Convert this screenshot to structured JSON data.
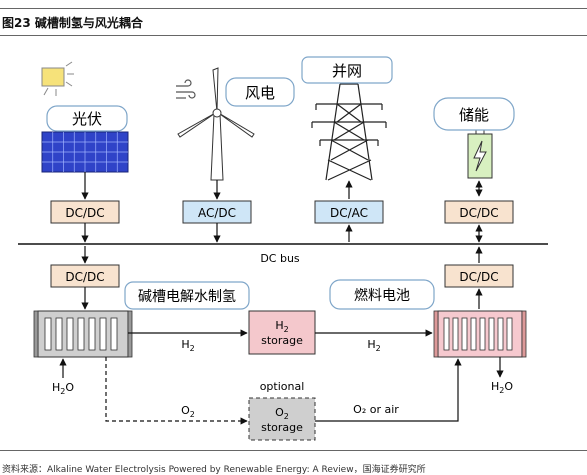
{
  "header": {
    "title": "图23 碱槽制氢与风光耦合"
  },
  "diagram": {
    "callouts": {
      "pv": "光伏",
      "wind": "风电",
      "grid": "并网",
      "storage": "储能",
      "electrolyzer": "碱槽电解水制氢",
      "fuel_cell": "燃料电池"
    },
    "converters": {
      "pv": "DC/DC",
      "wind": "AC/DC",
      "grid": "DC/AC",
      "storage": "DC/DC",
      "electrolyzer": "DC/DC",
      "fuel_cell": "DC/DC"
    },
    "bus_label": "DC bus",
    "h2_storage": {
      "line1": "H",
      "sub": "2",
      "line2": "storage"
    },
    "o2_storage": {
      "line1": "O",
      "sub": "2",
      "line2": "storage"
    },
    "optional_label": "optional",
    "flows": {
      "h2_in": {
        "main": "H",
        "sub": "2"
      },
      "h2_out": {
        "main": "H",
        "sub": "2"
      },
      "o2": {
        "main": "O",
        "sub": "2"
      },
      "o2_or_air": "O₂ or air",
      "water_in": {
        "main": "H",
        "sub": "2",
        "tail": "O"
      },
      "water_out": {
        "main": "H",
        "sub": "2",
        "tail": "O"
      }
    },
    "colors": {
      "converter_blue": "#cfe6f7",
      "converter_peach": "#f8e3cf",
      "h2_storage": "#f4c8cc",
      "fuel_cell": "#f6c9cf",
      "electrolyzer": "#cfcfcf",
      "battery": "#d8f0c0",
      "solar_panel": "#2f43c8",
      "callout_border": "#7fa6c9"
    }
  },
  "footer": {
    "text": "资料来源：Alkaline Water Electrolysis Powered by Renewable Energy: A Review，国海证券研究所"
  }
}
